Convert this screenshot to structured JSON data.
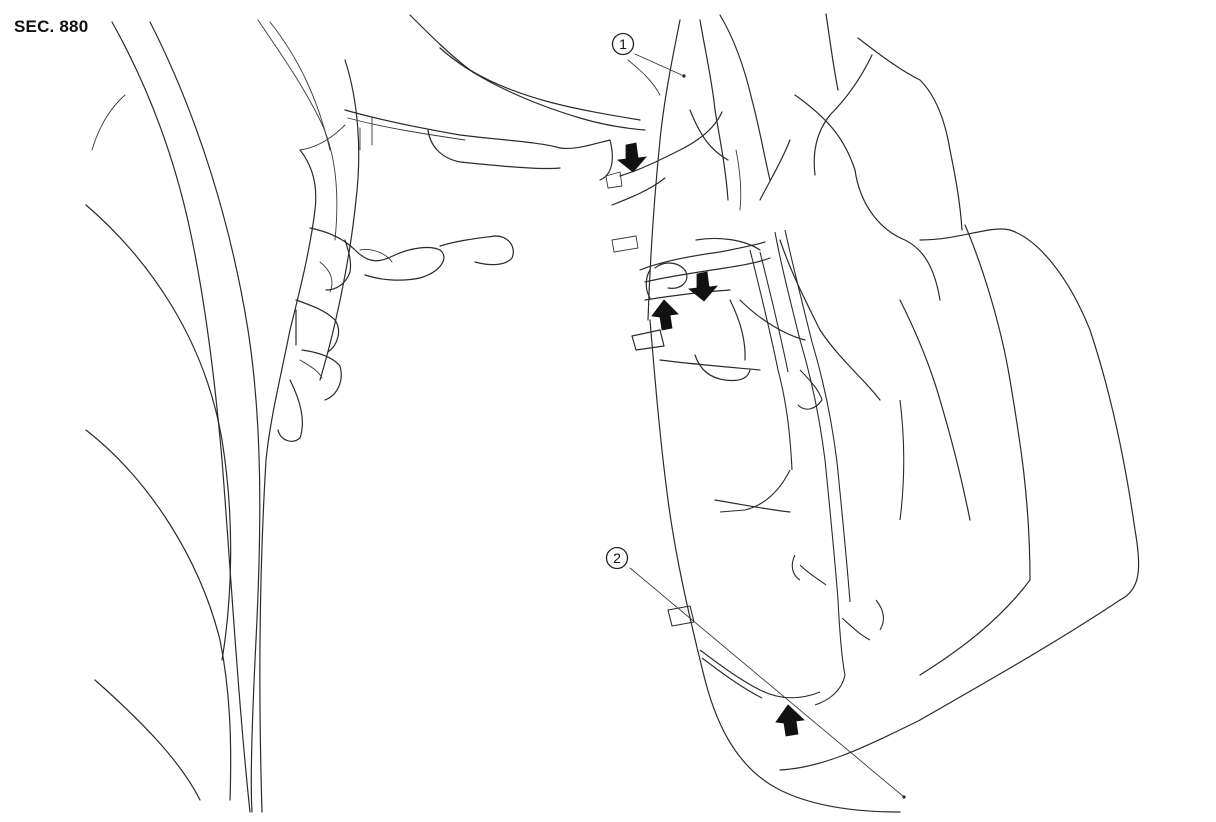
{
  "section_label": "SEC. 880",
  "callouts": [
    {
      "id": "callout-1",
      "number": "1"
    },
    {
      "id": "callout-2",
      "number": "2"
    }
  ],
  "arrow_directions": [
    "down",
    "down",
    "up",
    "up"
  ]
}
